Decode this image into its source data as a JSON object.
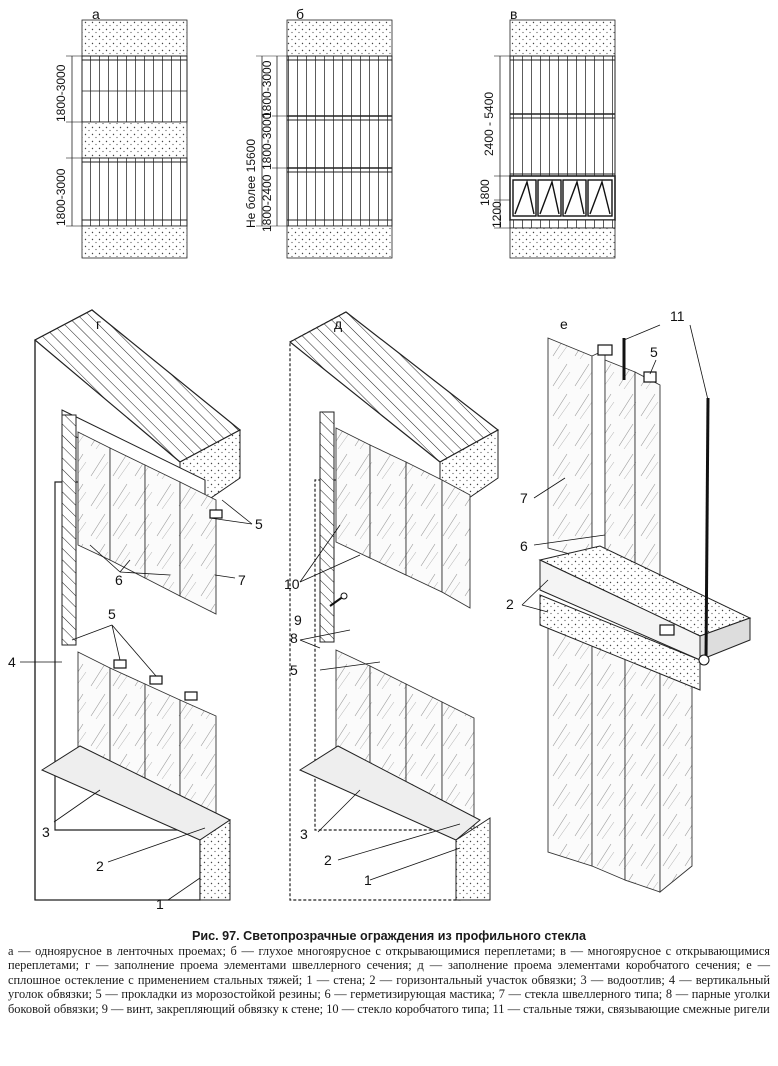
{
  "panels": {
    "a": "а",
    "b": "б",
    "v": "в",
    "g": "г",
    "d": "д",
    "e": "е"
  },
  "dimensions": {
    "a_top": "1800-3000",
    "a_bottom": "1800-3000",
    "b_total": "Не более 15600",
    "b_top": "1800-3000",
    "b_bottom": "1800-2400",
    "b_mid": "1800-3000",
    "v_top": "2400 - 5400",
    "v_bottom_1": "1800",
    "v_bottom_2": "1200"
  },
  "callouts": {
    "g": [
      "5",
      "6",
      "7",
      "5",
      "4",
      "3",
      "2",
      "1"
    ],
    "d": [
      "10",
      "9",
      "8",
      "5",
      "3",
      "2",
      "1"
    ],
    "e": [
      "11",
      "5",
      "7",
      "6",
      "2"
    ]
  },
  "caption": {
    "title": "Рис. 97. Светопрозрачные ограждения из профильного стекла",
    "text": "а — одноярусное в ленточных проемах; б — глухое многоярусное с открывающимися переплетами; в — многоярусное с открывающимися переплетами; г — заполнение проема элементами швеллерного сечения; д — заполнение проема элементами коробчатого сечения; е — сплошное остекление с применением стальных тяжей; 1 — стена; 2 — горизонтальный участок обвязки; 3 — водоотлив; 4 — вертикальный уголок обвязки; 5 — прокладки из морозостойкой резины; 6 — герметизирующая мастика; 7 — стекла швеллерного типа; 8 — парные уголки боковой обвязки; 9 — винт, закрепляющий обвязку к стене; 10 — стекло коробчатого типа; 11 — стальные тяжи, связывающие смежные ригели"
  }
}
